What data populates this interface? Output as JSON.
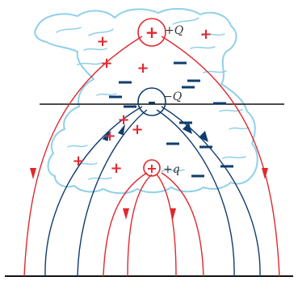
{
  "labels": {
    "top_charge": "+Q",
    "middle_charge": "−Q",
    "small_charge": "+q"
  },
  "signs": {
    "plus": "+",
    "minus": "–"
  },
  "colors": {
    "cloud_outline": "#8fd0ea",
    "positive": "#e0282e",
    "negative": "#0f3c6e",
    "line": "#111111",
    "label": "#333333"
  }
}
